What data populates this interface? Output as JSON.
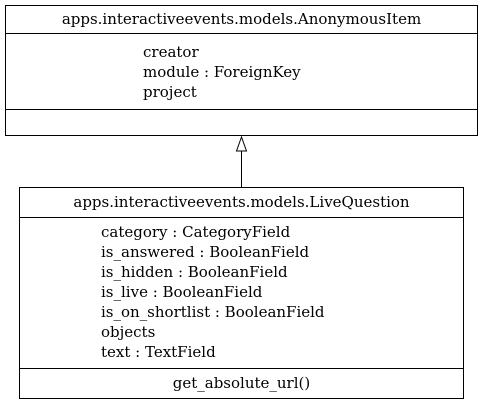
{
  "classes": [
    {
      "name": "apps.interactiveevents.models.AnonymousItem",
      "attributes": [
        "creator",
        "module : ForeignKey",
        "project"
      ],
      "methods": []
    },
    {
      "name": "apps.interactiveevents.models.LiveQuestion",
      "attributes": [
        "category : CategoryField",
        "is_answered : BooleanField",
        "is_hidden : BooleanField",
        "is_live : BooleanField",
        "is_on_shortlist : BooleanField",
        "objects",
        "text : TextField"
      ],
      "methods": [
        "get_absolute_url()"
      ]
    }
  ],
  "relations": [
    {
      "type": "inheritance",
      "from": "apps.interactiveevents.models.LiveQuestion",
      "to": "apps.interactiveevents.models.AnonymousItem"
    }
  ]
}
